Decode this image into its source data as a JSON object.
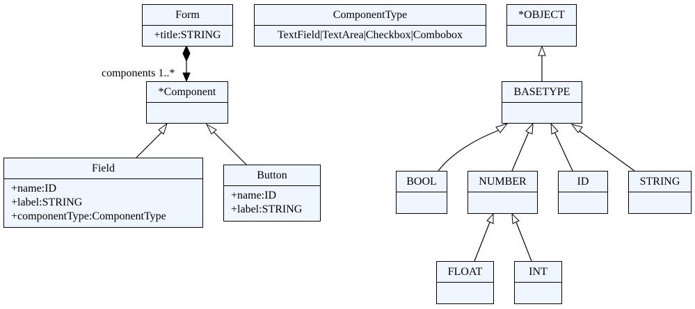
{
  "classes": {
    "form": {
      "name": "Form",
      "attributes": [
        "+title:STRING"
      ]
    },
    "component_type": {
      "name": "ComponentType",
      "attributes": [
        "TextField|TextArea|Checkbox|Combobox"
      ]
    },
    "object": {
      "name": "*OBJECT",
      "attributes": []
    },
    "component": {
      "name": "*Component",
      "attributes": []
    },
    "basetype": {
      "name": "BASETYPE",
      "attributes": []
    },
    "field": {
      "name": "Field",
      "attributes": [
        "+name:ID",
        "+label:STRING",
        "+componentType:ComponentType"
      ]
    },
    "button": {
      "name": "Button",
      "attributes": [
        "+name:ID",
        "+label:STRING"
      ]
    },
    "bool": {
      "name": "BOOL",
      "attributes": []
    },
    "number": {
      "name": "NUMBER",
      "attributes": []
    },
    "id": {
      "name": "ID",
      "attributes": []
    },
    "string": {
      "name": "STRING",
      "attributes": []
    },
    "float": {
      "name": "FLOAT",
      "attributes": []
    },
    "int": {
      "name": "INT",
      "attributes": []
    }
  },
  "relations": {
    "composition_label": "components 1..*"
  }
}
